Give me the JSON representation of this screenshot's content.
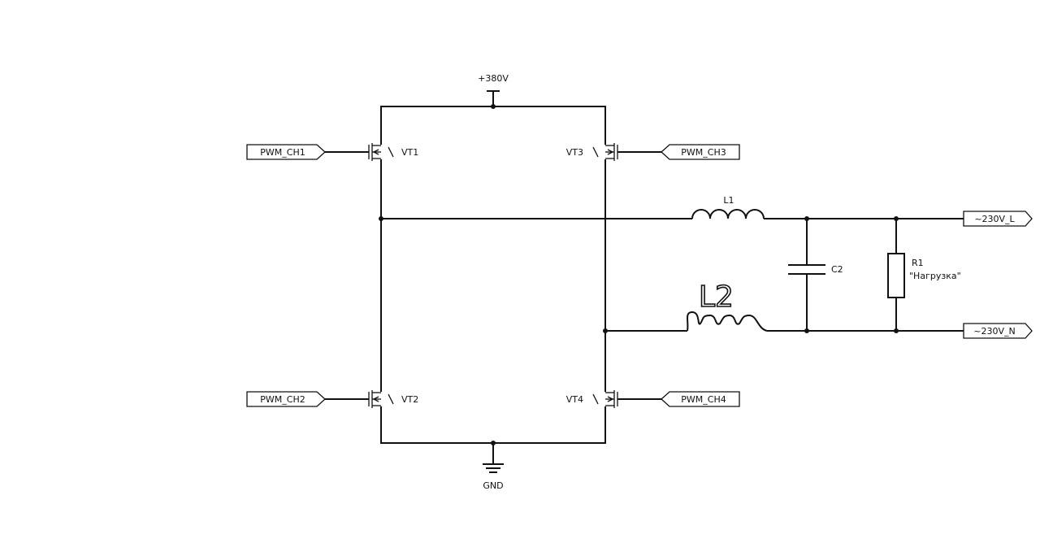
{
  "supply": {
    "label": "+380V"
  },
  "ground": {
    "label": "GND"
  },
  "transistors": [
    {
      "designator": "VT1"
    },
    {
      "designator": "VT2"
    },
    {
      "designator": "VT3"
    },
    {
      "designator": "VT4"
    }
  ],
  "pwm_inputs": [
    {
      "label": "PWM_CH1"
    },
    {
      "label": "PWM_CH2"
    },
    {
      "label": "PWM_CH3"
    },
    {
      "label": "PWM_CH4"
    }
  ],
  "inductors": [
    {
      "designator": "L1"
    },
    {
      "designator": "L2"
    }
  ],
  "capacitor": {
    "designator": "C2"
  },
  "resistor": {
    "designator": "R1",
    "description": "\"Нагрузка\""
  },
  "outputs": [
    {
      "label": "~230V_L"
    },
    {
      "label": "~230V_N"
    }
  ]
}
